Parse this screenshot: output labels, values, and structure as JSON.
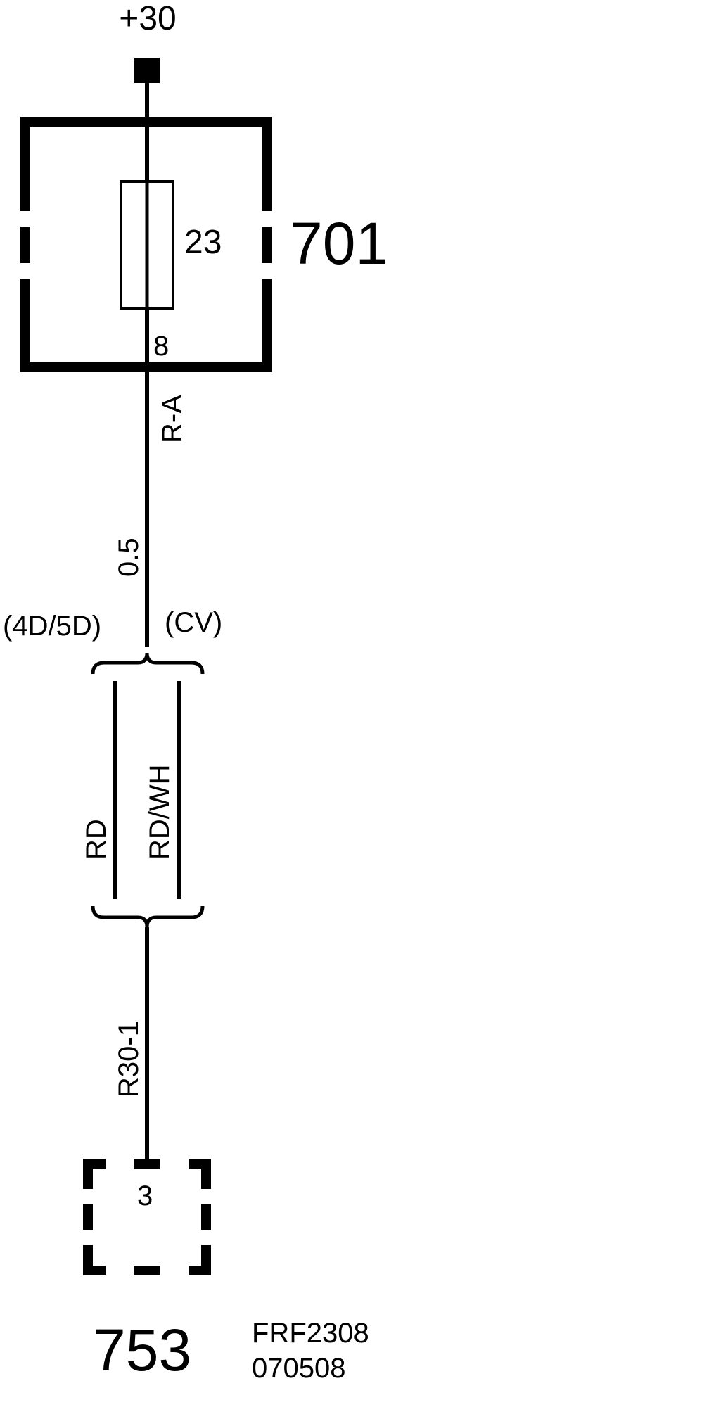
{
  "supply": {
    "label": "+30"
  },
  "fuse_box": {
    "id": "701",
    "fuse_number": "23",
    "pin": "8"
  },
  "wire_upper": {
    "circuit": "R-A",
    "size": "0.5"
  },
  "variants": {
    "left_label": "(4D/5D)",
    "right_label": "(CV)",
    "left_color": "RD",
    "right_color": "RD/WH"
  },
  "wire_lower": {
    "circuit": "R30-1"
  },
  "connector": {
    "id": "753",
    "pin": "3"
  },
  "reference": {
    "code": "FRF2308",
    "date": "070508"
  }
}
